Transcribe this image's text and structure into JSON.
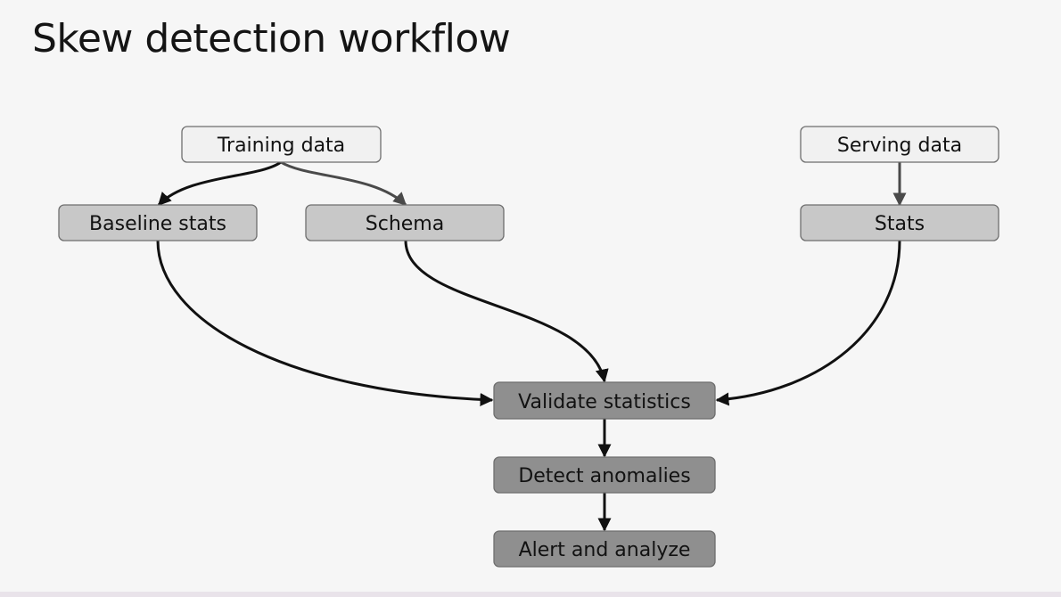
{
  "title": "Skew detection workflow",
  "nodes": {
    "training_data": "Training data",
    "serving_data": "Serving data",
    "baseline_stats": "Baseline stats",
    "schema": "Schema",
    "stats": "Stats",
    "validate_statistics": "Validate statistics",
    "detect_anomalies": "Detect anomalies",
    "alert_and_analyze": "Alert and analyze"
  },
  "colors": {
    "source_fill": "#f1f1f1",
    "intermediate_fill": "#c8c8c8",
    "process_fill": "#8f8f8f",
    "edge_dark": "#111111",
    "edge_gray": "#4a4a4a"
  }
}
